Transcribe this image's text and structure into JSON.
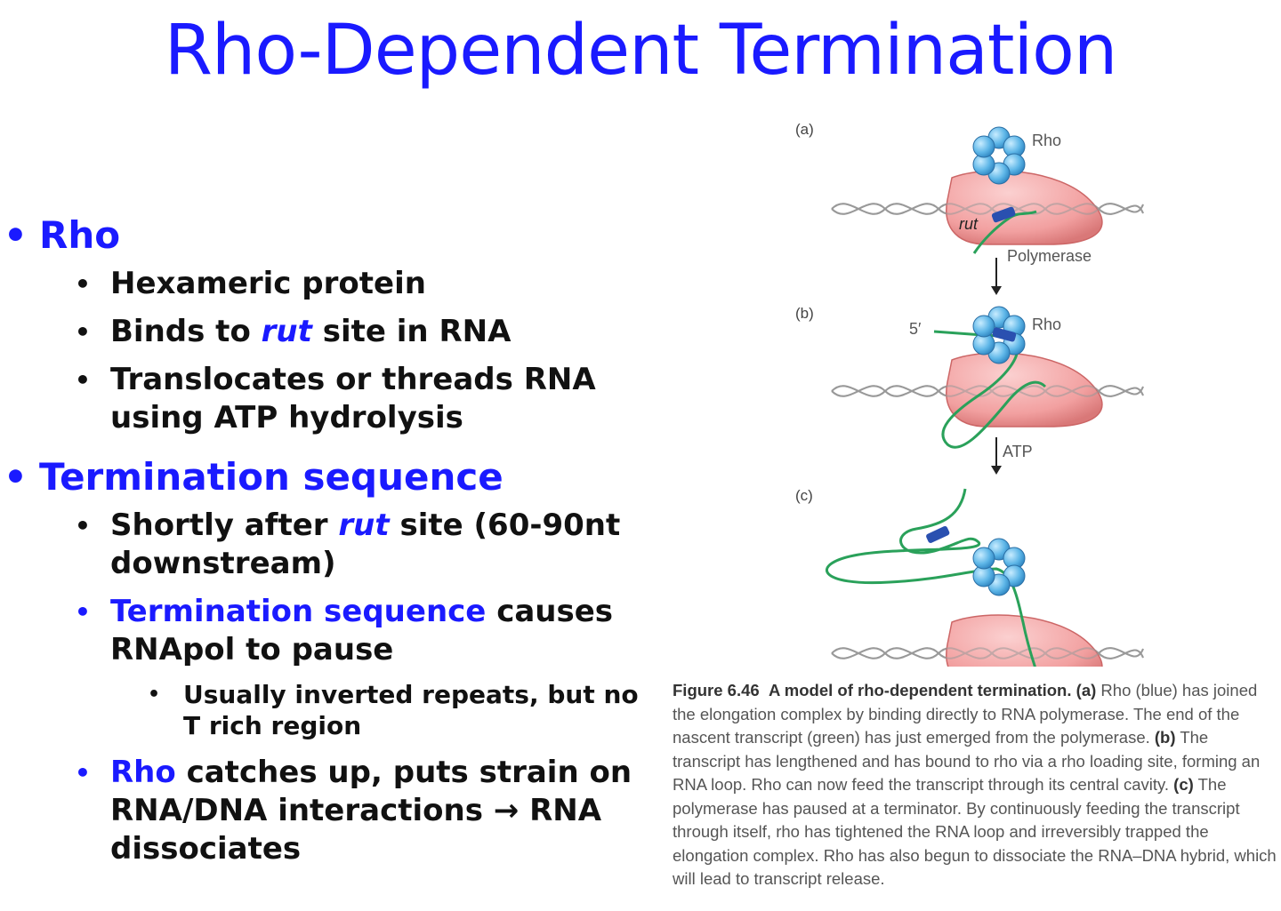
{
  "title": "Rho-Dependent Termination",
  "bullets": {
    "rho": {
      "heading": "Rho",
      "items": [
        "Hexameric protein",
        {
          "pre": "Binds to ",
          "em": "rut",
          "post": " site in RNA"
        },
        "Translocates or threads RNA using ATP hydrolysis"
      ]
    },
    "termination": {
      "heading": "Termination sequence",
      "item1": {
        "pre": "Shortly after ",
        "em": "rut",
        "post": " site (60-90nt downstream)"
      },
      "item2": {
        "blue": "Termination sequence",
        "rest": " causes RNApol to pause"
      },
      "item2_sub": "Usually inverted repeats, but no T rich region",
      "item3": {
        "blue": "Rho",
        "rest": " catches up, puts strain on RNA/DNA interactions → RNA dissociates"
      }
    }
  },
  "figure": {
    "panels": [
      "(a)",
      "(b)",
      "(c)"
    ],
    "labels": {
      "rho": "Rho",
      "rut": "rut",
      "polymerase": "Polymerase",
      "atp": "ATP",
      "five_prime": "5′"
    },
    "caption": {
      "number": "Figure 6.46",
      "title": "A model of rho-dependent termination.",
      "a_tag": "(a)",
      "a": "Rho (blue) has joined the elongation complex by binding directly to RNA polymerase. The end of the nascent transcript (green) has just emerged from the polymerase.",
      "b_tag": "(b)",
      "b": "The transcript has lengthened and has bound to rho via a rho loading site, forming an RNA loop. Rho can now feed the transcript through its central cavity.",
      "c_tag": "(c)",
      "c": "The polymerase has paused at a terminator. By continuously feeding the transcript through itself, rho has tightened the RNA loop and irreversibly trapped the elongation complex. Rho has also begun to dissociate the RNA–DNA hybrid, which will lead to transcript release."
    }
  },
  "colors": {
    "title": "#1a1aff",
    "rho_protein": "#5fb7e8",
    "polymerase": "#f3a3a3",
    "rna": "#2aa15a",
    "rut_site": "#2a50b0"
  }
}
